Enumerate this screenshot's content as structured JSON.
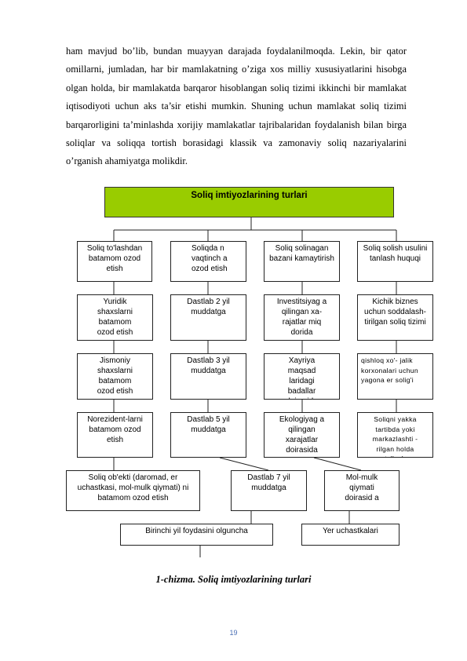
{
  "paragraph": "ham mavjud bo’lib, bundan muayyan darajada foydalanilmoqda. Lekin, bir qator omillarni, jumladan, har bir mamlakatning o’ziga xos milliy xususiyatlarini hisobga olgan holda, bir mamlakatda barqaror hisoblangan soliq tizimi ikkinchi bir mamlakat iqtisodiyoti uchun aks ta’sir etishi mumkin. Shuning uchun mamlakat soliq tizimi barqarorligini ta’minlashda xorijiy mamlakatlar tajribalaridan foydalanish bilan birga soliqlar va soliqqa tortish borasidagi klassik va zamonaviy soliq nazariyalarini o’rganish ahamiyatga molikdir.",
  "diagram": {
    "title": "Soliq imtiyozlarining turlari",
    "title_color": "#99cc00",
    "boxes": {
      "c1_head": "Soliq to'lashdan batamom ozod etish",
      "c2_head": "Soliqda n vaqtinch a ozod etish",
      "c3_head": "Soliq solinagan bazani kamaytirish",
      "c4_head": "Soliq solish usulini tanlash huquqi",
      "c1_r1": "Yuridik shaxslarni batamom ozod etish",
      "c1_r2": "Jismoniy shaxslarni batamom ozod etish",
      "c1_r3": "Norezident-larni batamom ozod etish",
      "c1_r4": "Soliq ob'ekti (daromad, er uchastkasi, mol-mulk qiymati) ni batamom ozod etish",
      "c2_r1": "Dastlab 2 yil muddatga",
      "c2_r2": "Dastlab 3 yil muddatga",
      "c2_r3": "Dastlab 5 yil muddatga",
      "c2_r4": "Dastlab 7 yil muddatga",
      "c2_r5": "Birinchi yil foydasini olguncha",
      "c3_r1": "Investitsiyag a qilingan xa- rajatlar miq dorida",
      "c3_r2": "Xayriya maqsad laridagi badallar doirasida",
      "c3_r3": "Ekologiyag a qilingan xarajatlar doirasida",
      "c3_r4": "Mol-mulk qiymati doirasid a",
      "c3_r5": "Yer uchastkalari",
      "c4_r1": "Kichik biznes uchun soddalash- tirilgan soliq tizimi",
      "c4_r2": "qishloq xo'- jalik korxonalari uchun yagona er solig'i",
      "c4_r3": "Soliqni yakka tartibda yoki markazlashti - rilgan holda to'lash"
    }
  },
  "caption": "1-chizma. Soliq imtiyozlarining turlari",
  "page_number": "19"
}
